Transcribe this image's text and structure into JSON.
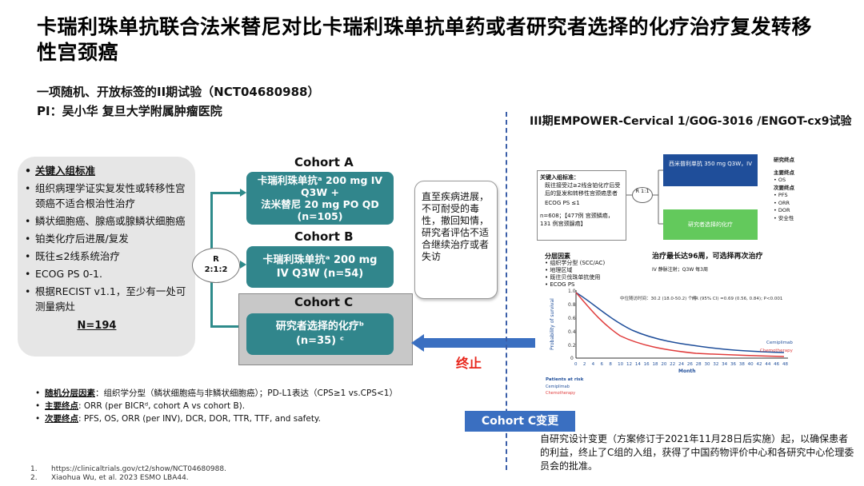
{
  "title": "卡瑞利珠单抗联合法米替尼对比卡瑞利珠单抗单药或者研究者选择的化疗治疗复发转移性宫颈癌",
  "subtitle": "一项随机、开放标签的II期试验（NCT04680988）",
  "pi": "PI：吴小华  复旦大学附属肿瘤医院",
  "criteria": {
    "header": "关键入组标准",
    "items": [
      "组织病理学证实复发性或转移性宫颈癌不适合根治性治疗",
      "鳞状细胞癌、腺癌或腺鳞状细胞癌",
      "铂类化疗后进展/复发",
      "既往≤2线系统治疗",
      "ECOG PS 0-1.",
      "根据RECIST v1.1，至少有一处可测量病灶"
    ],
    "n": "N=194"
  },
  "randomization": {
    "line1": "R",
    "line2": "2:1:2"
  },
  "cohorts": [
    {
      "label": "Cohort A",
      "line1": "卡瑞利珠单抗ᵃ 200 mg IV",
      "line2": "Q3W +",
      "line3": "法米替尼 20 mg PO QD",
      "line4": "(n=105)"
    },
    {
      "label": "Cohort B",
      "line1": "卡瑞利珠单抗ᵃ  200 mg",
      "line2": "IV Q3W (n=54)"
    },
    {
      "label": "Cohort C",
      "line1": "研究者选择的化疗ᵇ",
      "line2": "(n=35) ᶜ"
    }
  ],
  "treatment_note": "直至疾病进展，不可耐受的毒性，撤回知情，研究者评估不适合继续治疗或者失访",
  "stop_label": "终止",
  "bottom_notes": [
    {
      "label": "随机分层因素",
      "text": "：组织学分型（鳞状细胞癌与非鳞状细胞癌）；PD-L1表达（CPS≥1  vs.CPS<1）"
    },
    {
      "label": "主要终点",
      "text": ": ORR (per BICRᵈ, cohort A vs cohort B)."
    },
    {
      "label": "次要终点",
      "text": ": PFS, OS, ORR (per INV), DCR, DOR, TTR, TTF, and safety."
    }
  ],
  "references": [
    {
      "num": "1.",
      "text": "https://clinicaltrials.gov/ct2/show/NCT04680988."
    },
    {
      "num": "2.",
      "text": "Xiaohua Wu, et al. 2023 ESMO LBA44."
    }
  ],
  "empower": {
    "title": "III期EMPOWER-Cervical 1/GOG-3016 /ENGOT-cx9试验",
    "inclusion_header": "关键入组标准：",
    "inclusion_items": [
      "既往接受过≥2线含铂化疗后受后的复发和转移性宫颈癌患者",
      "ECOG PS ≤1"
    ],
    "n_text": "n=608；【477例 宫颈鳞癌，131 例宫颈腺癌】",
    "r_label": "R 1:1",
    "arm1": "西米普利单抗 350 mg Q3W，IV",
    "arm2": "研究者选择的化疗",
    "endpoints_header": "研究终点",
    "primary_header": "主要终点",
    "primary": [
      "OS"
    ],
    "secondary_header": "次要终点",
    "secondary": [
      "PFS",
      "ORR",
      "DOR",
      "安全性"
    ],
    "max_duration": "治疗最长达96周，可选择再次治疗",
    "iv_note": "IV 静脉注射；Q3W 每3周",
    "strat_header": "分层因素",
    "strat_items": [
      "组织学分型 (SCC/AC)",
      "地理区域",
      "既往贝伐珠单抗使用",
      "ECOG PS"
    ],
    "km": {
      "ylabel": "Probability of survival",
      "xlabel": "Month",
      "median_text": "中位随访时间：30.2 (18.0-50.2) 个月",
      "stat_text": "HR (95% CI) =0.69 (0.56, 0.84); P<0.001",
      "legend_a": "Cemiplimab",
      "legend_b": "Chemotherapy",
      "at_risk_label": "Patients at risk",
      "xticks": [
        "0",
        "2",
        "4",
        "6",
        "8",
        "10",
        "12",
        "14",
        "16",
        "18",
        "20",
        "22",
        "24",
        "26",
        "28",
        "30",
        "32",
        "34",
        "36",
        "38",
        "40",
        "42",
        "44",
        "46",
        "48"
      ],
      "yticks": [
        "1.0",
        "0.8",
        "0.6",
        "0.4",
        "0.2",
        "0"
      ],
      "colors": {
        "cemiplimab": "#1f4e9a",
        "chemotherapy": "#e03c3c"
      }
    }
  },
  "cohort_c_change": {
    "label": "Cohort C变更",
    "text": "自研究设计变更（方案修订于2021年11月28日后实施）起，以确保患者的利益，终止了C组的入组，获得了中国药物评价中心和各研究中心伦理委员会的批准。"
  }
}
